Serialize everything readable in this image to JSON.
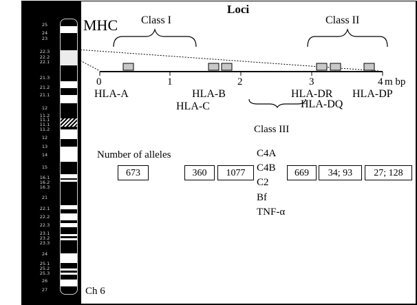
{
  "title": "Loci",
  "mhc_label": "MHC",
  "chromosome_label": "Ch 6",
  "class_I_label": "Class I",
  "class_II_label": "Class II",
  "class_III_label": "Class III",
  "scale": {
    "ticks": [
      "0",
      "1",
      "2",
      "3",
      "4"
    ],
    "unit": "m bp"
  },
  "genes": {
    "hla_a": "HLA-A",
    "hla_b": "HLA-B",
    "hla_c": "HLA-C",
    "hla_dr": "HLA-DR",
    "hla_dq": "HLA-DQ",
    "hla_dp": "HLA-DP"
  },
  "class_III_genes": [
    "C4A",
    "C4B",
    "C2",
    "Bf",
    "TNF-α"
  ],
  "alleles": {
    "label": "Number of alleles",
    "values": [
      "673",
      "360",
      "1077",
      "669",
      "34; 93",
      "27; 128"
    ]
  },
  "band_labels": [
    "25",
    "24",
    "23",
    "22.3",
    "22.2",
    "22.1",
    "21.3",
    "21.2",
    "21.1",
    "12",
    "11.2",
    "11.1",
    "11.1",
    "11.2",
    "12",
    "13",
    "14",
    "15",
    "16.1",
    "16.2",
    "16.3",
    "21",
    "22.1",
    "22.2",
    "22.3",
    "23.1",
    "23.2",
    "23.3",
    "24",
    "25.1",
    "25.2",
    "25.3",
    "26",
    "27"
  ],
  "colors": {
    "gene_box": "#c8c8c8",
    "background": "#000000",
    "panel": "#ffffff"
  }
}
